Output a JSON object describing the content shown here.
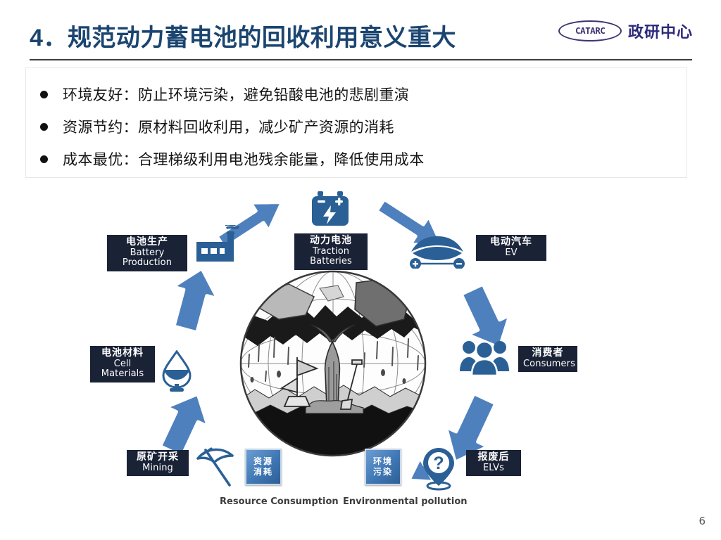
{
  "header": {
    "title": "4．规范动力蓄电池的回收利用意义重大",
    "logo_mark": "CATARC",
    "logo_text": "政研中心"
  },
  "bullets": [
    {
      "text": "环境友好：防止环境污染，避免铅酸电池的悲剧重演"
    },
    {
      "text": "资源节约：原材料回收利用，减少矿产资源的消耗"
    },
    {
      "text": "成本最优：合理梯级利用电池残余能量，降低使用成本"
    }
  ],
  "diagram": {
    "nodes": [
      {
        "id": "battery-production",
        "cn": "电池生产",
        "en": "Battery Production",
        "icon": "factory-icon"
      },
      {
        "id": "traction-batteries",
        "cn": "动力电池",
        "en": "Traction Batteries",
        "icon": "battery-icon"
      },
      {
        "id": "ev",
        "cn": "电动汽车",
        "en": "EV",
        "icon": "car-icon"
      },
      {
        "id": "consumers",
        "cn": "消费者",
        "en": "Consumers",
        "icon": "people-icon"
      },
      {
        "id": "elvs",
        "cn": "报废后",
        "en": "ELVs",
        "icon": "pin-question-icon"
      },
      {
        "id": "mining",
        "cn": "原矿开采",
        "en": "Mining",
        "icon": "pickaxe-icon"
      },
      {
        "id": "cell-materials",
        "cn": "电池材料",
        "en": "Cell Materials",
        "icon": "flask-icon"
      }
    ],
    "chips": [
      {
        "id": "resource-consumption",
        "cn_top": "资源",
        "cn_bottom": "消耗",
        "caption": "Resource Consumption"
      },
      {
        "id": "environmental-pollution",
        "cn_top": "环境",
        "cn_bottom": "污染",
        "caption": "Environmental pollution"
      }
    ],
    "center_image_alt": "depleted-earth-globe"
  },
  "footer": {
    "page_number": "6"
  },
  "colors": {
    "title_blue": "#1b4570",
    "label_navy": "#1a2236",
    "icon_blue": "#2a6095",
    "arrow_blue": "#4e80bd",
    "logo_purple": "#3f3473",
    "logo_text_blue": "#2d2a7a"
  }
}
